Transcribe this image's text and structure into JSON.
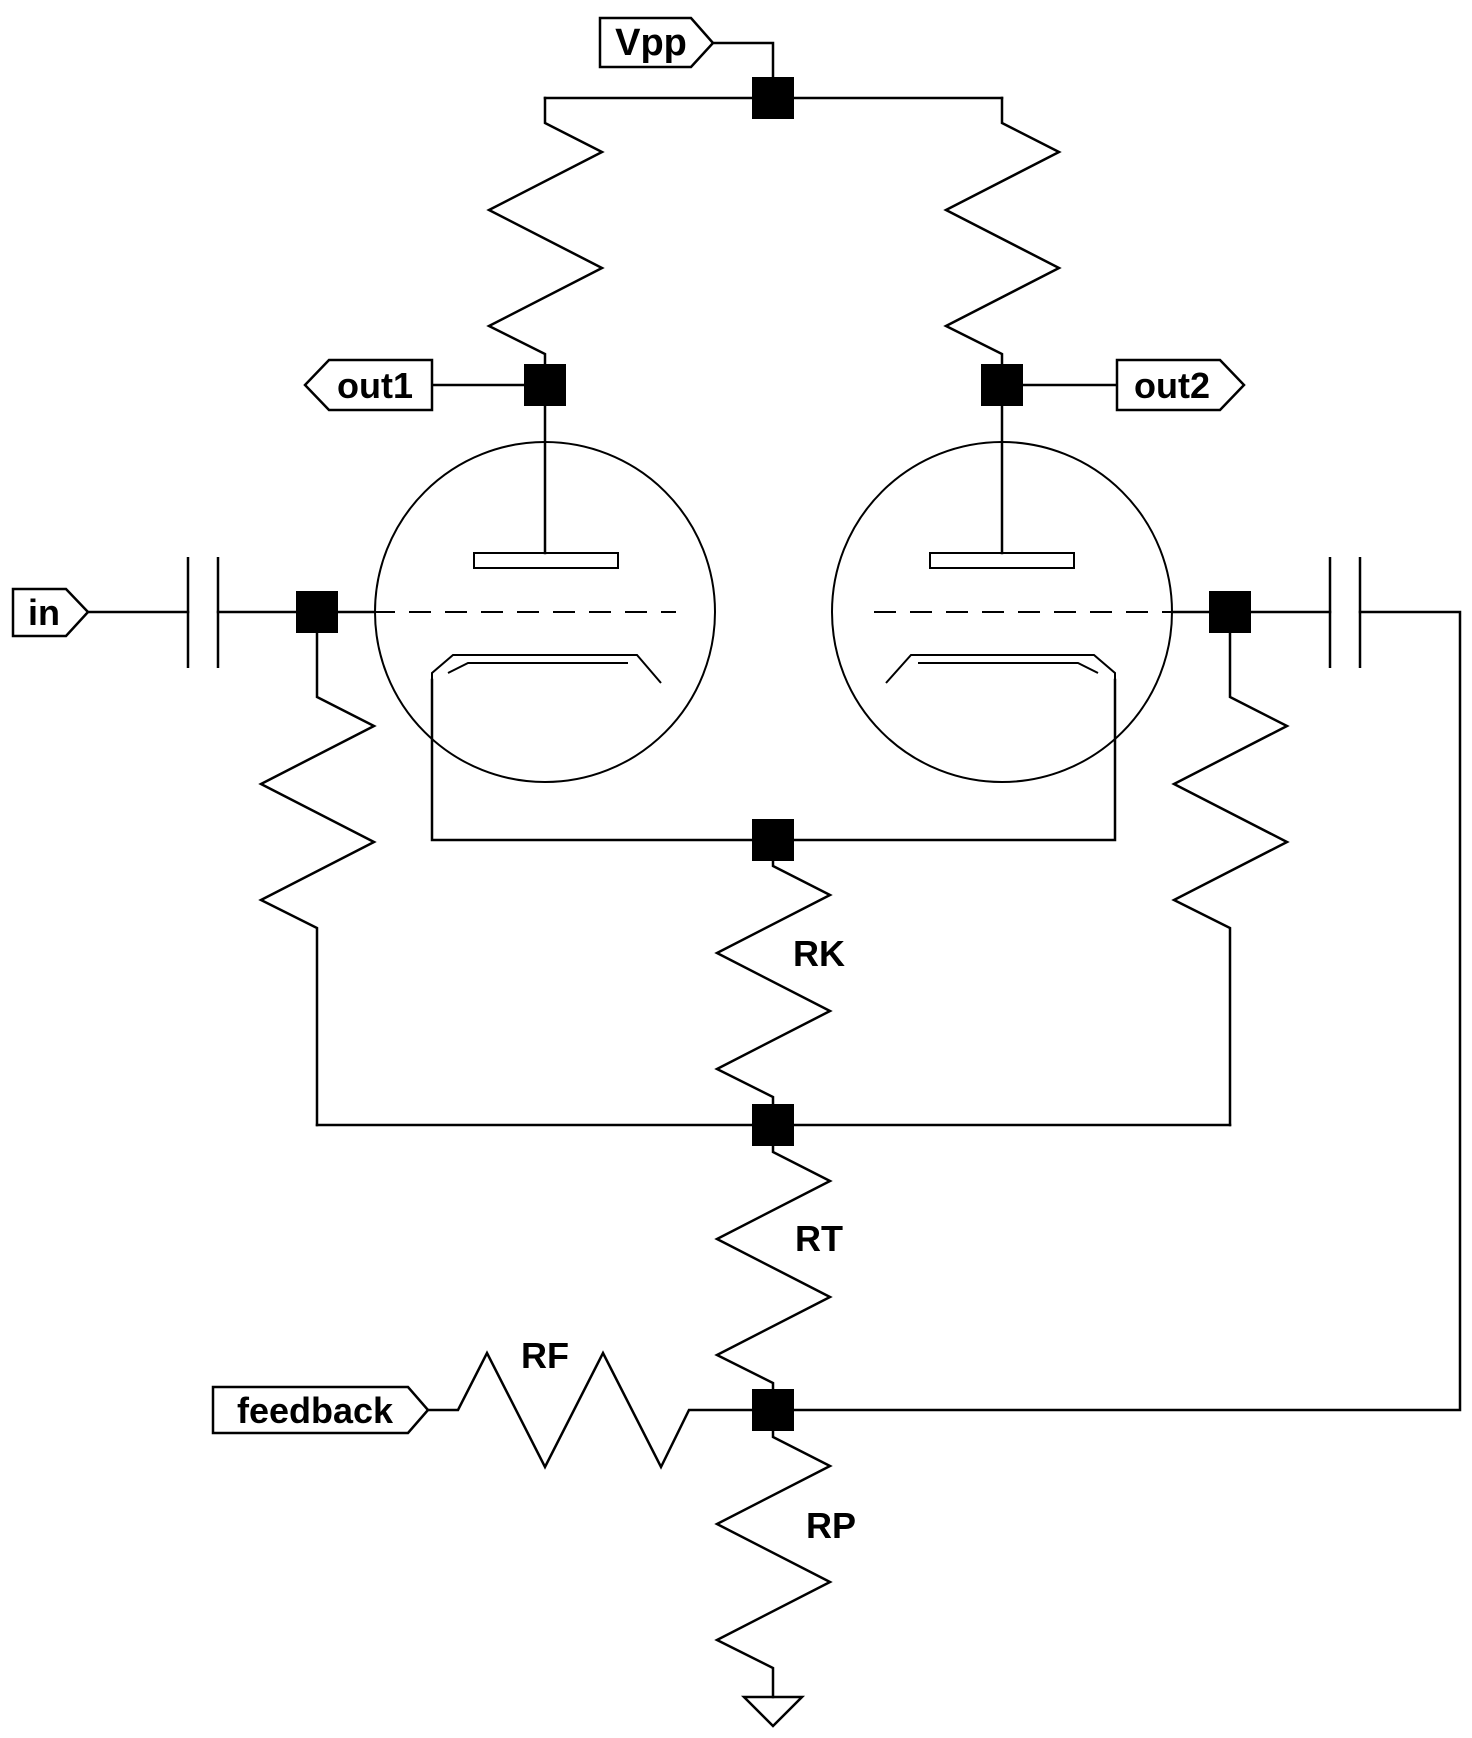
{
  "diagram": {
    "ports": {
      "vpp": "Vpp",
      "out1": "out1",
      "out2": "out2",
      "in": "in",
      "feedback": "feedback"
    },
    "resistors": {
      "rk": "RK",
      "rt": "RT",
      "rf": "RF",
      "rp": "RP"
    }
  },
  "colors": {
    "stroke": "#000000",
    "background": "#ffffff",
    "junction": "#000000"
  }
}
